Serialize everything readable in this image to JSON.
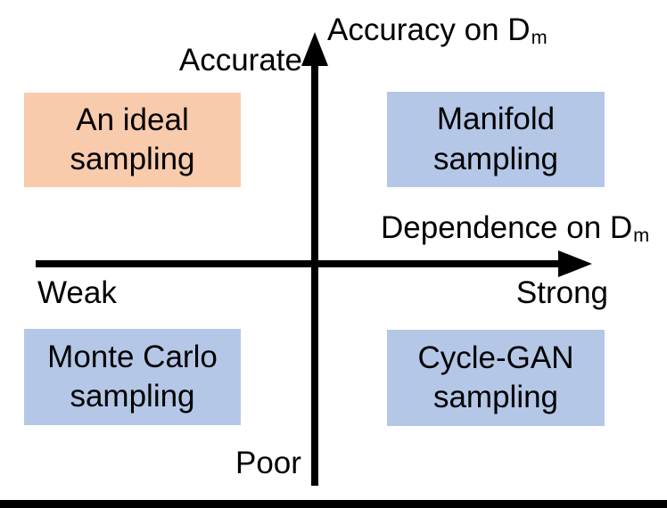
{
  "figure": {
    "background": "#ffffff",
    "bottom_bar_color": "#000000"
  },
  "axes": {
    "color": "#000000",
    "y": {
      "title": "Accuracy on D",
      "title_sub": "m",
      "top_label": "Accurate",
      "bottom_label": "Poor"
    },
    "x": {
      "title": "Dependence on D",
      "title_sub": "m",
      "left_label": "Weak",
      "right_label": "Strong"
    }
  },
  "quadrants": {
    "top_left": {
      "label": "An ideal\nsampling",
      "color": "#F8CBAD"
    },
    "top_right": {
      "label": "Manifold\nsampling",
      "color": "#B4C7E7"
    },
    "bottom_left": {
      "label": "Monte Carlo\nsampling",
      "color": "#B4C7E7"
    },
    "bottom_right": {
      "label": "Cycle-GAN\nsampling",
      "color": "#B4C7E7"
    }
  }
}
